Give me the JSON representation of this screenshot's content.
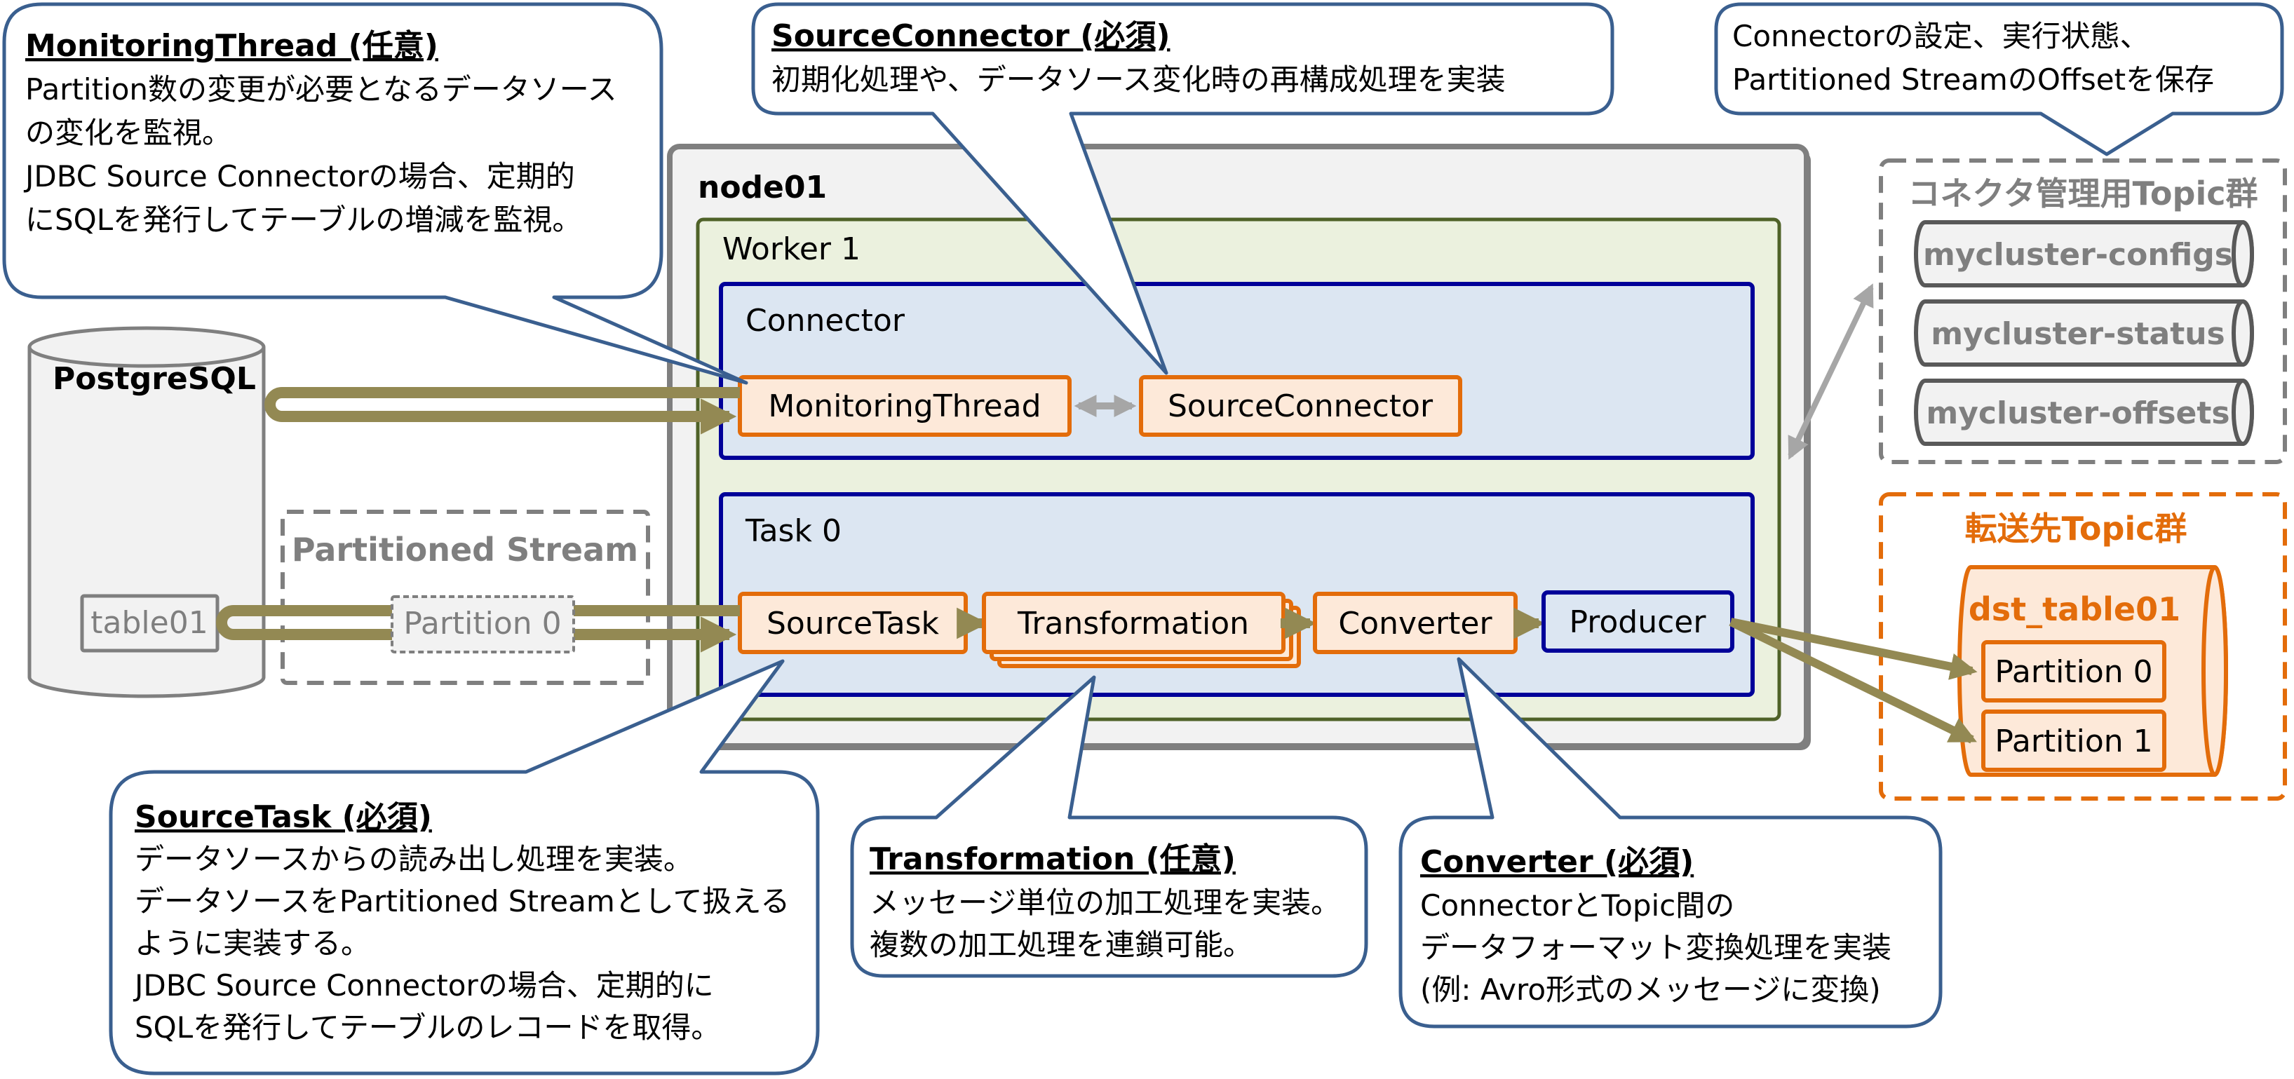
{
  "callouts": {
    "monitoring": {
      "title": "MonitoringThread (任意)",
      "lines": [
        "Partition数の変更が必要となるデータソース",
        "の変化を監視。",
        "JDBC Source Connectorの場合、定期的",
        "にSQLを発行してテーブルの増減を監視。"
      ]
    },
    "source_connector": {
      "title": "SourceConnector (必須)",
      "lines": [
        "初期化処理や、データソース変化時の再構成処理を実装"
      ]
    },
    "topics": {
      "lines": [
        "Connectorの設定、実行状態、",
        "Partitioned StreamのOffsetを保存"
      ]
    },
    "source_task": {
      "title": "SourceTask (必須)",
      "lines": [
        "データソースからの読み出し処理を実装。",
        "データソースをPartitioned Streamとして扱える",
        "ように実装する。",
        "JDBC Source Connectorの場合、定期的に",
        "SQLを発行してテーブルのレコードを取得。"
      ]
    },
    "transformation": {
      "title": "Transformation (任意)",
      "lines": [
        "メッセージ単位の加工処理を実装。",
        "複数の加工処理を連鎖可能。"
      ]
    },
    "converter": {
      "title": "Converter (必須)",
      "lines": [
        "ConnectorとTopic間の",
        "データフォーマット変換処理を実装",
        "(例: Avro形式のメッセージに変換)"
      ]
    }
  },
  "source": {
    "db_label": "PostgreSQL",
    "table_label": "table01",
    "stream_label": "Partitioned Stream",
    "stream_partition": "Partition 0"
  },
  "node": {
    "label": "node01",
    "worker_label": "Worker 1",
    "connector": {
      "label": "Connector",
      "monitoring_thread": "MonitoringThread",
      "source_connector": "SourceConnector"
    },
    "task": {
      "label": "Task 0",
      "source_task": "SourceTask",
      "transformation": "Transformation",
      "converter": "Converter",
      "producer": "Producer"
    }
  },
  "management_topics": {
    "label": "コネクタ管理用Topic群",
    "topics": [
      "mycluster-configs",
      "mycluster-status",
      "mycluster-offsets"
    ]
  },
  "destination_topics": {
    "label": "転送先Topic群",
    "topic_name": "dst_table01",
    "partitions": [
      "Partition 0",
      "Partition 1"
    ]
  },
  "colors": {
    "callout_border": "#3a5f8f",
    "flow_arrow": "#938953",
    "component_border": "#e36c0a",
    "component_fill": "#fde9d9",
    "container_border": "#000099",
    "container_fill": "#dce6f2",
    "worker_border": "#4f6228",
    "worker_fill": "#ebf1de",
    "node_border": "#7f7f7f",
    "node_fill": "#f2f2f2"
  }
}
